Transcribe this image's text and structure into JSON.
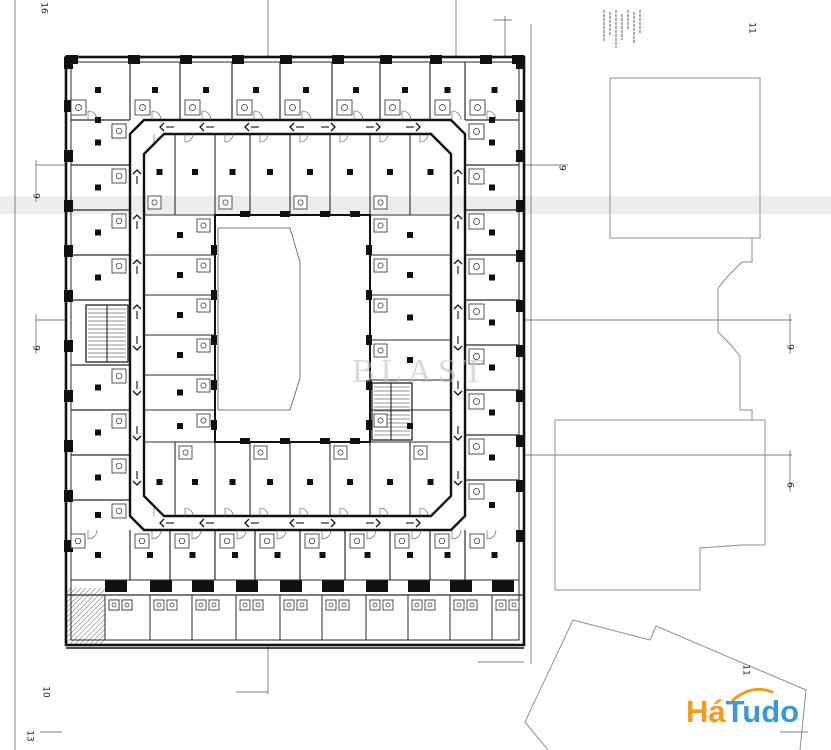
{
  "watermark": {
    "text": "BLAST"
  },
  "logo": {
    "text_part1": "Há",
    "text_part2": "Tudo",
    "color_part1": "#f39a1f",
    "color_part2": "#3a9ad9"
  },
  "section_marks": [
    {
      "label": "16"
    },
    {
      "label": "9"
    },
    {
      "label": "9"
    },
    {
      "label": "10"
    },
    {
      "label": "13"
    },
    {
      "label": "11"
    },
    {
      "label": "9"
    },
    {
      "label": "9"
    },
    {
      "label": "6"
    },
    {
      "label": "11"
    }
  ],
  "colors": {
    "paper": "#ffffff",
    "wall": "#111111",
    "line": "#2a2a2a",
    "thin": "#555555",
    "neighbour": "#8f8f8f",
    "scan_band": "#e9e9e9",
    "hatch": "#8a8a8a",
    "watermark": "#bdbdbd",
    "notes": "#9a9a9a"
  },
  "icons": {
    "column": "column-square-icon",
    "corridor_arrow": "corridor-arrow-icon",
    "fixture": "toilet-fixture-icon",
    "logo_swoosh": "logo-swoosh-icon"
  }
}
